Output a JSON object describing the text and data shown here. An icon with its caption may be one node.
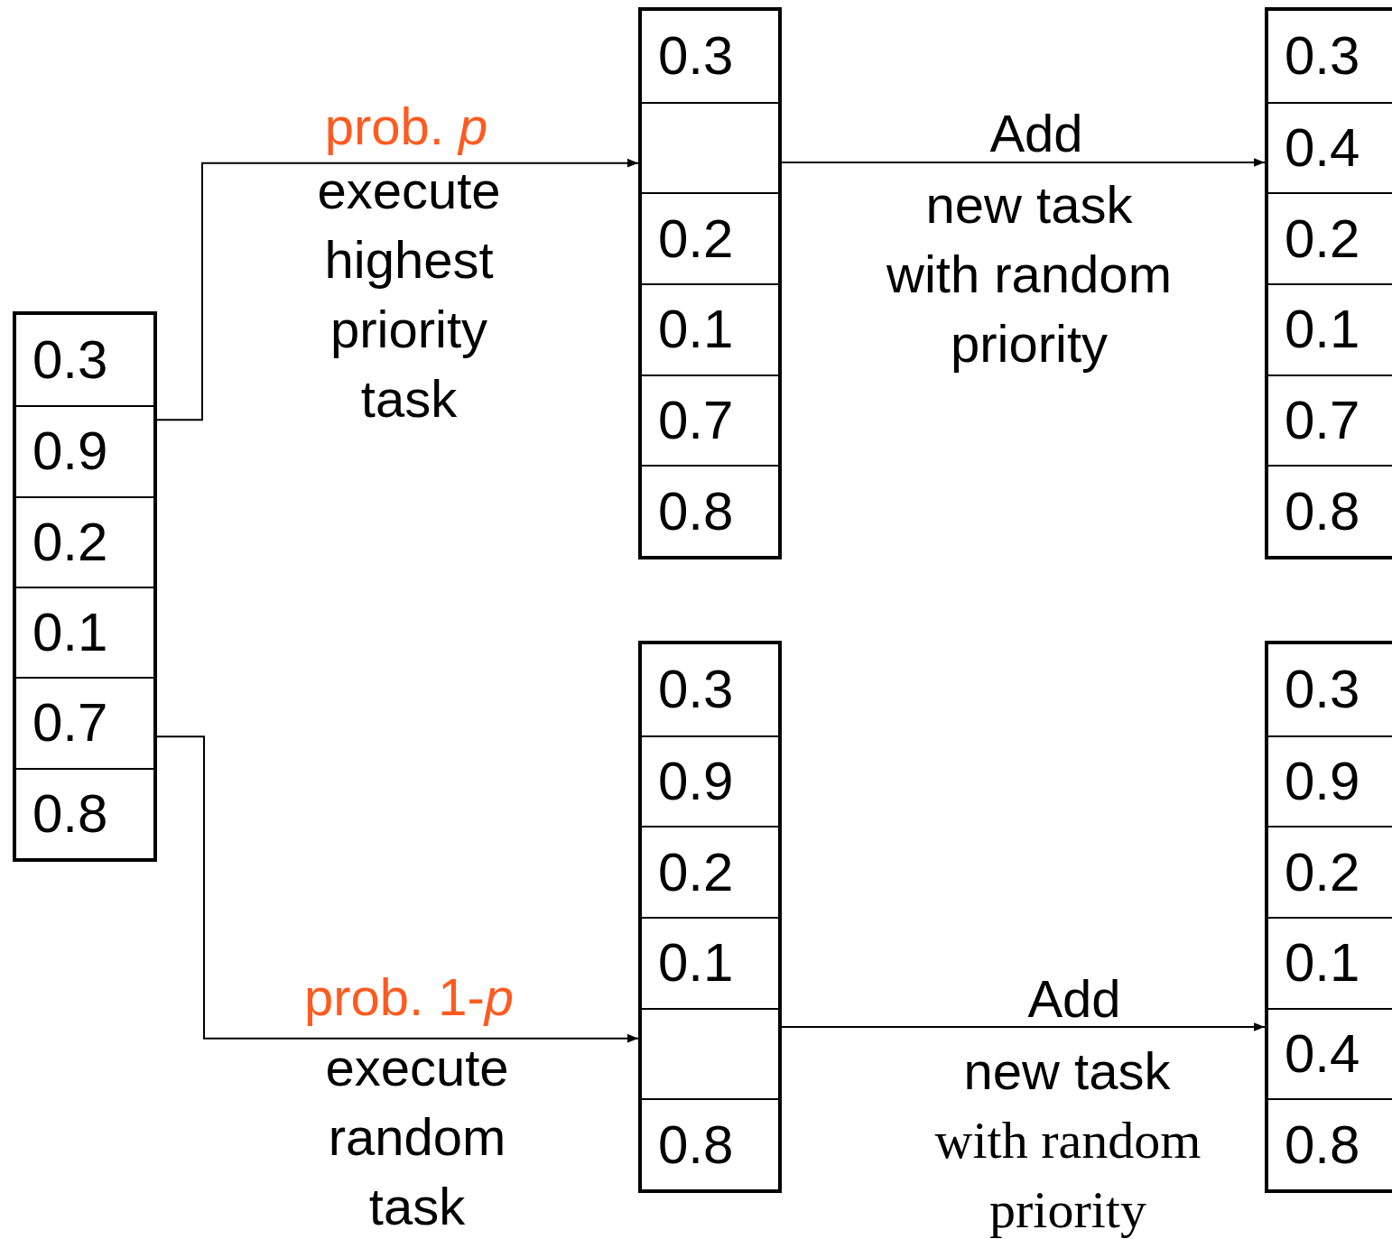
{
  "diagram": {
    "nodes": [
      {
        "text": [],
        "shape": "box"
      },
      {
        "text": [
          "0.3"
        ],
        "in": 0
      },
      {
        "text": [
          "0.9"
        ],
        "in": 0
      },
      {
        "text": [
          "0.2"
        ],
        "in": 0
      },
      {
        "text": [
          "0.1"
        ],
        "in": 0
      },
      {
        "text": [
          "0.7"
        ],
        "in": 0
      },
      {
        "text": [
          "0.8"
        ],
        "in": 0
      },
      {
        "text": [],
        "shape": "box"
      },
      {
        "text": [
          "0.3"
        ],
        "in": 7
      },
      {
        "text": [],
        "shape": "box",
        "in": 7
      },
      {
        "text": [
          "0.2"
        ],
        "in": 7
      },
      {
        "text": [
          "0.1"
        ],
        "in": 7
      },
      {
        "text": [
          "0.7"
        ],
        "in": 7
      },
      {
        "text": [
          "0.8"
        ],
        "in": 7
      },
      {
        "text": [],
        "shape": "box"
      },
      {
        "text": [
          "0.3"
        ],
        "in": 14
      },
      {
        "text": [
          "0.4"
        ],
        "in": 14
      },
      {
        "text": [
          "0.2"
        ],
        "in": 14
      },
      {
        "text": [
          "0.1"
        ],
        "in": 14
      },
      {
        "text": [
          "0.7"
        ],
        "in": 14
      },
      {
        "text": [
          "0.8"
        ],
        "in": 14
      },
      {
        "text": [],
        "shape": "box"
      },
      {
        "text": [
          "0.3"
        ],
        "in": 21
      },
      {
        "text": [
          "0.9"
        ],
        "in": 21
      },
      {
        "text": [
          "0.2"
        ],
        "in": 21
      },
      {
        "text": [
          "0.1"
        ],
        "in": 21
      },
      {
        "text": [],
        "shape": "box",
        "in": 21
      },
      {
        "text": [
          "0.8"
        ],
        "in": 21
      },
      {
        "text": [],
        "shape": "box"
      },
      {
        "text": [
          "0.3"
        ],
        "in": 28
      },
      {
        "text": [
          "0.9"
        ],
        "in": 28
      },
      {
        "text": [
          "0.2"
        ],
        "in": 28
      },
      {
        "text": [
          "0.1"
        ],
        "in": 28
      },
      {
        "text": [
          "0.4"
        ],
        "in": 28
      },
      {
        "text": [
          "0.8"
        ],
        "in": 28
      }
    ],
    "edges": [
      {
        "from": 2,
        "to": 9,
        "arrow": "to",
        "label": "prob. *p*"
      },
      {
        "from": 5,
        "to": 26,
        "arrow": "to",
        "label": "prob. 1-*p*"
      },
      {
        "from": 7,
        "to": 16,
        "arrow": "to",
        "label": "Add"
      },
      {
        "from": 21,
        "to": 33,
        "arrow": "to",
        "label": "Add"
      }
    ],
    "labels": [
      "execute highest priority task",
      "new task with random priority",
      "execute random task",
      "new task",
      "with random priority"
    ]
  }
}
